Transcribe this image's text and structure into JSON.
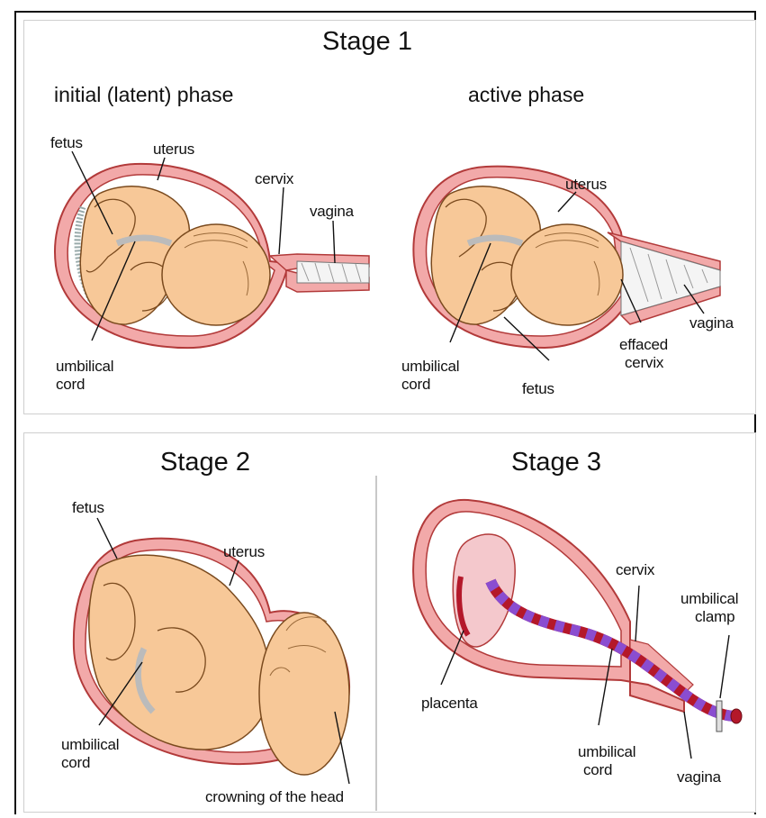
{
  "stage1": {
    "title": "Stage 1",
    "latent": {
      "title": "initial (latent) phase",
      "labels": {
        "fetus": "fetus",
        "uterus": "uterus",
        "cervix": "cervix",
        "vagina": "vagina",
        "cord_1": "umbilical",
        "cord_2": "cord"
      }
    },
    "active": {
      "title": "active phase",
      "labels": {
        "uterus": "uterus",
        "vagina": "vagina",
        "effaced_1": "effaced",
        "effaced_2": "cervix",
        "cord_1": "umbilical",
        "cord_2": "cord",
        "fetus": "fetus"
      }
    }
  },
  "stage2": {
    "title": "Stage 2",
    "labels": {
      "fetus": "fetus",
      "uterus": "uterus",
      "cord_1": "umbilical",
      "cord_2": "cord",
      "crowning": "crowning of the head"
    }
  },
  "stage3": {
    "title": "Stage 3",
    "labels": {
      "cervix": "cervix",
      "clamp_1": "umbilical",
      "clamp_2": "clamp",
      "placenta": "placenta",
      "cord_1": "umbilical",
      "cord_2": "cord",
      "vagina": "vagina"
    }
  },
  "colors": {
    "uterus_wall": "#f2a9a9",
    "skin": "#f7c898",
    "cord_red": "#b4182a",
    "cord_purple": "#8a4dd0",
    "placenta": "#f4c8cc"
  }
}
